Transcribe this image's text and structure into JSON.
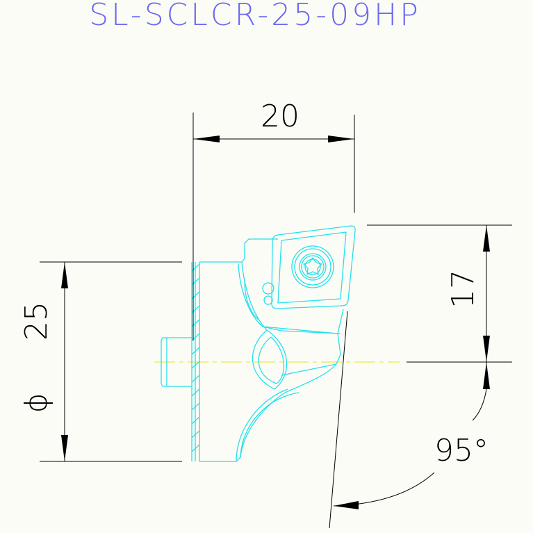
{
  "title": "SL-SCLCR-25-09HP",
  "dimensions": {
    "width_label": "20",
    "height_label": "17",
    "diameter_symbol": "ϕ",
    "diameter_value": "25",
    "angle_label": "95°"
  },
  "colors": {
    "background": "#fcfcf6",
    "title": "#6a6af0",
    "part_outline": "#22e0ee",
    "dimension_lines": "#000000",
    "centerline": "#e8e84a"
  }
}
